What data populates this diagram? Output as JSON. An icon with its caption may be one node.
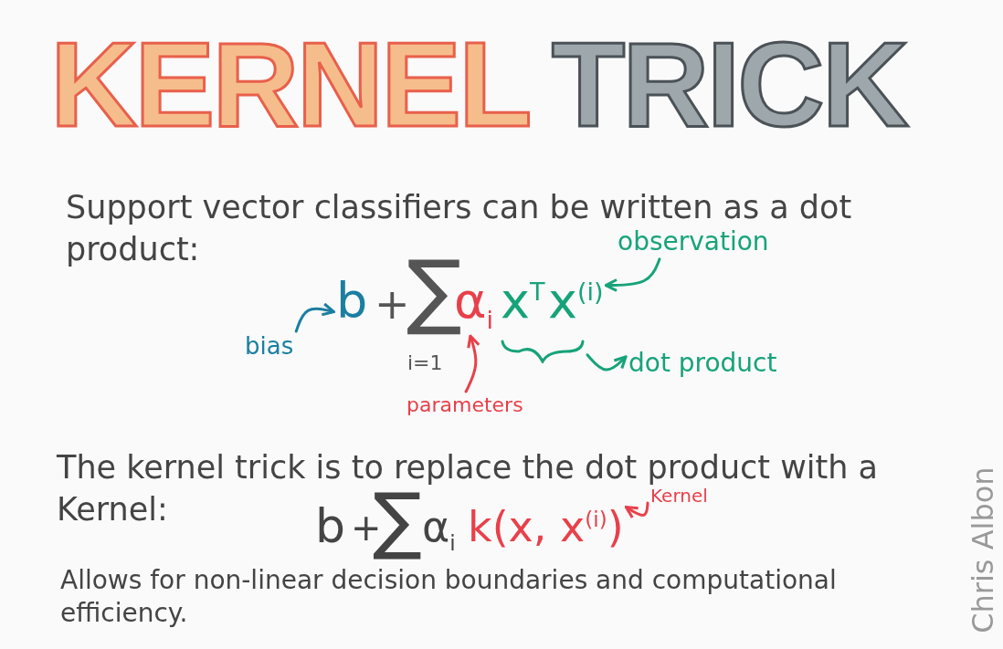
{
  "diagram": {
    "title": "KERNEL TRICK",
    "nodes": [
      {
        "text": [
          "bias"
        ]
      },
      {
        "text": [
          "b"
        ]
      },
      {
        "text": [
          "α$_{i}$"
        ]
      },
      {
        "text": [
          "x$^{T}$"
        ]
      },
      {
        "text": [
          "x$^{(i)}$"
        ]
      },
      {
        "text": [
          "observation"
        ]
      },
      {
        "text": [],
        "shape": "brace"
      },
      {
        "text": [
          "dot product"
        ]
      },
      {
        "text": [
          "parameters"
        ]
      },
      {
        "text": [
          "k(x, x$^{(i)}$)"
        ]
      },
      {
        "text": [
          "Kernel"
        ]
      }
    ],
    "edges": [
      {
        "from": 0,
        "to": 1,
        "arrow": "to",
        "color": "#1a7fa0"
      },
      {
        "from": 8,
        "to": 2,
        "arrow": "to",
        "color": "#e8404a"
      },
      {
        "from": 5,
        "to": 4,
        "arrow": "to",
        "color": "#17a37a"
      },
      {
        "from": 6,
        "to": 7,
        "arrow": "to",
        "color": "#17a37a"
      },
      {
        "from": 10,
        "to": 9,
        "arrow": "to",
        "color": "#e8404a"
      }
    ],
    "labels": [
      "Support vector classifiers can be written as a dot product:",
      "+",
      "∑",
      "i=1",
      "The kernel trick is to replace the dot product with a Kernel:",
      "b",
      "+",
      "∑",
      "α$_{i}$",
      "Allows for non-linear decision boundaries and computational efficiency.",
      "Chris Albon"
    ]
  }
}
